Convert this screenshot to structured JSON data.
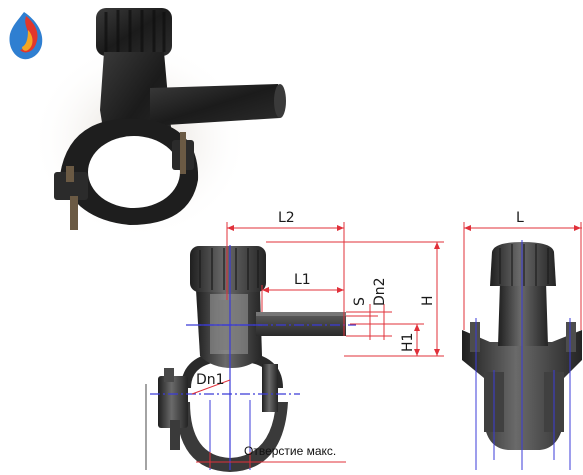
{
  "labels": {
    "L2": "L2",
    "L1": "L1",
    "L": "L",
    "S": "S",
    "Dn2": "Dn2",
    "H": "H",
    "H1": "H1",
    "Dn1": "Dn1",
    "hole_note": "Отверстие макс."
  },
  "colors": {
    "dimension_line": "#e0303a",
    "axis_line": "#3b3bd8",
    "part_dark": "#2a2a2a",
    "part_mid": "#555555",
    "logo_red": "#e2372b",
    "logo_orange": "#f5a623",
    "logo_blue": "#2f7fd1"
  },
  "icons": {
    "logo": "flame-logo-icon"
  }
}
